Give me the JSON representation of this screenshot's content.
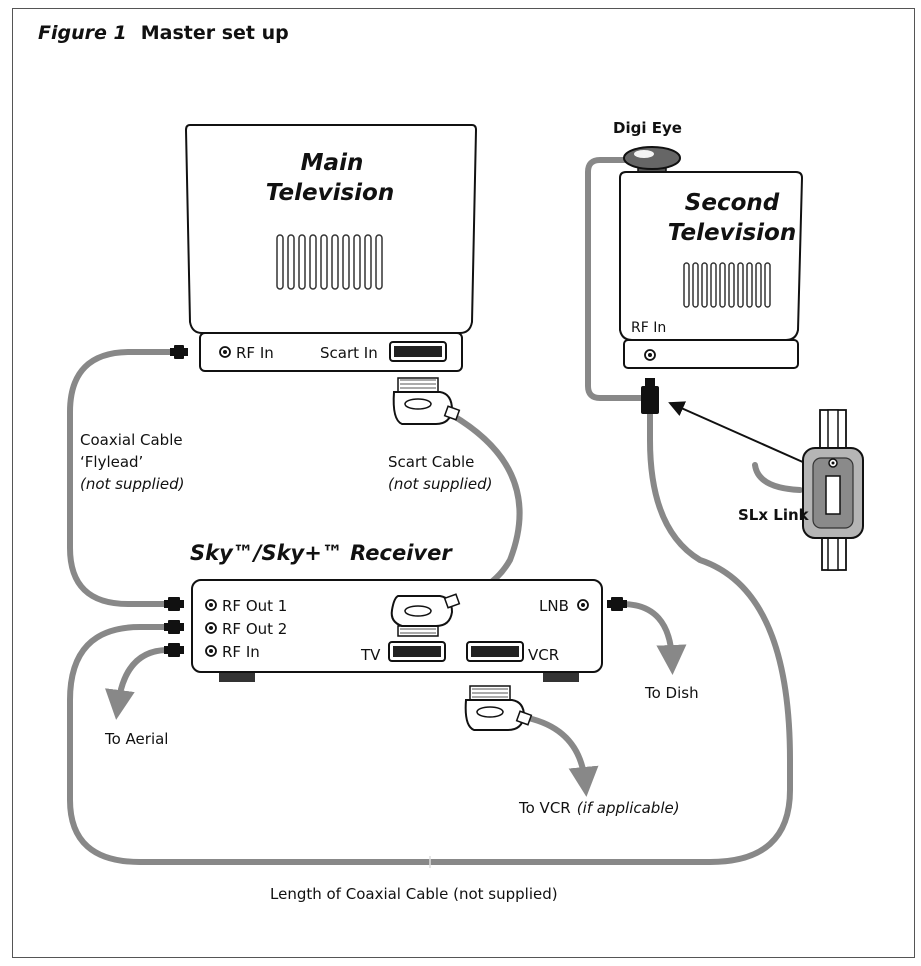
{
  "figure": {
    "number": "Figure 1",
    "title": "Master set up"
  },
  "main_tv": {
    "title_line1": "Main",
    "title_line2": "Television",
    "rf_in": "RF In",
    "scart_in": "Scart In"
  },
  "second_tv": {
    "title_line1": "Second",
    "title_line2": "Television",
    "rf_in": "RF In"
  },
  "digi_eye": "Digi Eye",
  "receiver": {
    "title": "Sky™/Sky+™ Receiver",
    "rf_out_1": "RF Out 1",
    "rf_out_2": "RF Out 2",
    "rf_in": "RF In",
    "tv": "TV",
    "vcr": "VCR",
    "lnb": "LNB"
  },
  "coax_flylead": {
    "line1": "Coaxial Cable",
    "line2": "‘Flylead’",
    "line3": "(not supplied)"
  },
  "scart_cable": {
    "line1": "Scart Cable",
    "line2": "(not supplied)"
  },
  "slx_link": "SLx Link",
  "to_aerial": "To Aerial",
  "to_dish": "To Dish",
  "to_vcr": {
    "text": "To VCR",
    "note": "(if applicable)"
  },
  "long_coax": "Length of Coaxial Cable (not supplied)",
  "colors": {
    "cable": "#888888",
    "device_fill": "#ffffff",
    "outline": "#111111",
    "connector": "#111111",
    "slx_fill": "#b5b5b5"
  }
}
